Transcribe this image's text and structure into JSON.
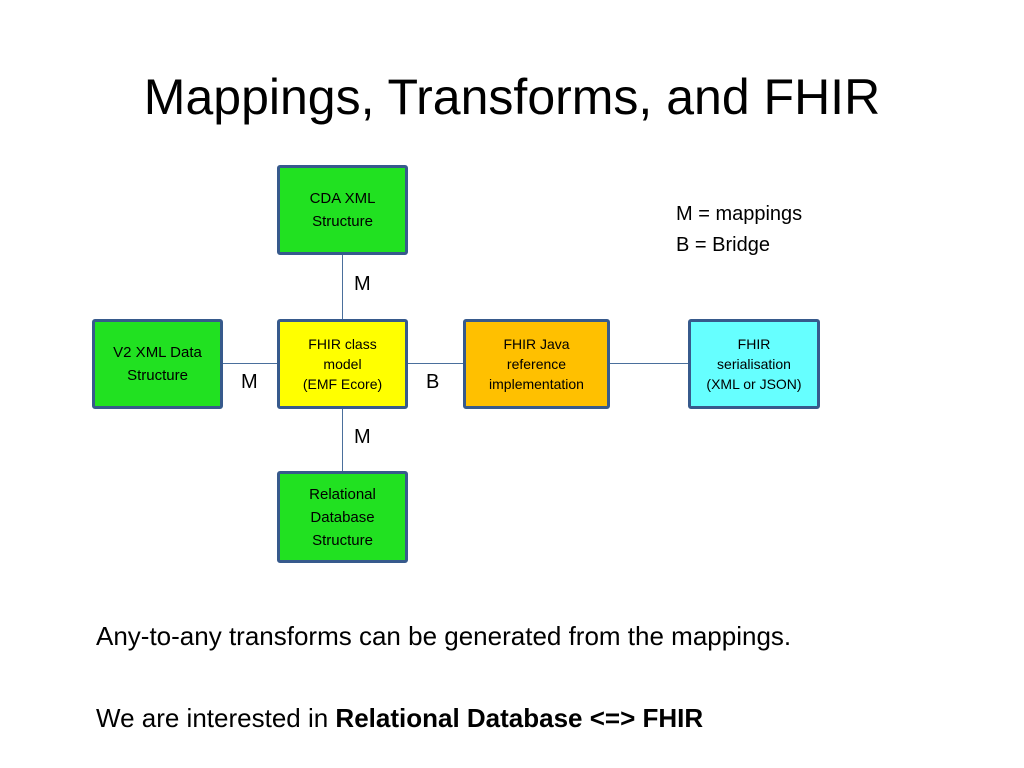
{
  "title": "Mappings, Transforms, and FHIR",
  "diagram": {
    "nodes": {
      "cda": "CDA XML\nStructure",
      "v2": "V2 XML Data\nStructure",
      "fhir_model": "FHIR class\nmodel\n(EMF Ecore)",
      "fhir_java": "FHIR Java\nreference\nimplementation",
      "fhir_serial": "FHIR\nserialisation\n(XML or JSON)",
      "relational": "Relational\nDatabase\nStructure"
    },
    "labels": {
      "top": "M",
      "left": "M",
      "right": "B",
      "bottom": "M"
    },
    "colors": {
      "green": "#21e121",
      "yellow": "#ffff00",
      "orange": "#ffc000",
      "cyan": "#66ffff",
      "border": "#375a8c"
    }
  },
  "legend": {
    "line1": "M = mappings",
    "line2": "B = Bridge"
  },
  "captions": {
    "line1": "Any-to-any transforms can be generated from the mappings.",
    "line2_prefix": "We are interested in ",
    "line2_bold": "Relational Database <=> FHIR"
  }
}
